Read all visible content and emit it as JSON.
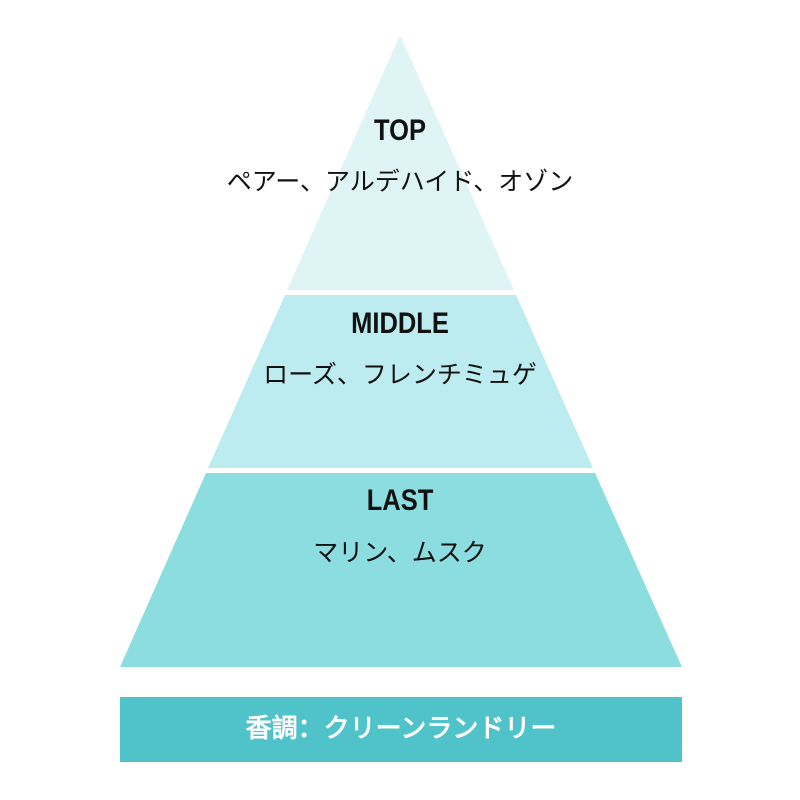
{
  "colors": {
    "top": "#dff5f5",
    "middle": "#bcecef",
    "last": "#8cdde0",
    "bar": "#4fc3c9"
  },
  "tiers": [
    {
      "title": "TOP",
      "notes": "ペアー、アルデハイド、オゾン"
    },
    {
      "title": "MIDDLE",
      "notes": "ローズ、フレンチミュゲ"
    },
    {
      "title": "LAST",
      "notes": "マリン、ムスク"
    }
  ],
  "footer": "香調：クリーンランドリー"
}
